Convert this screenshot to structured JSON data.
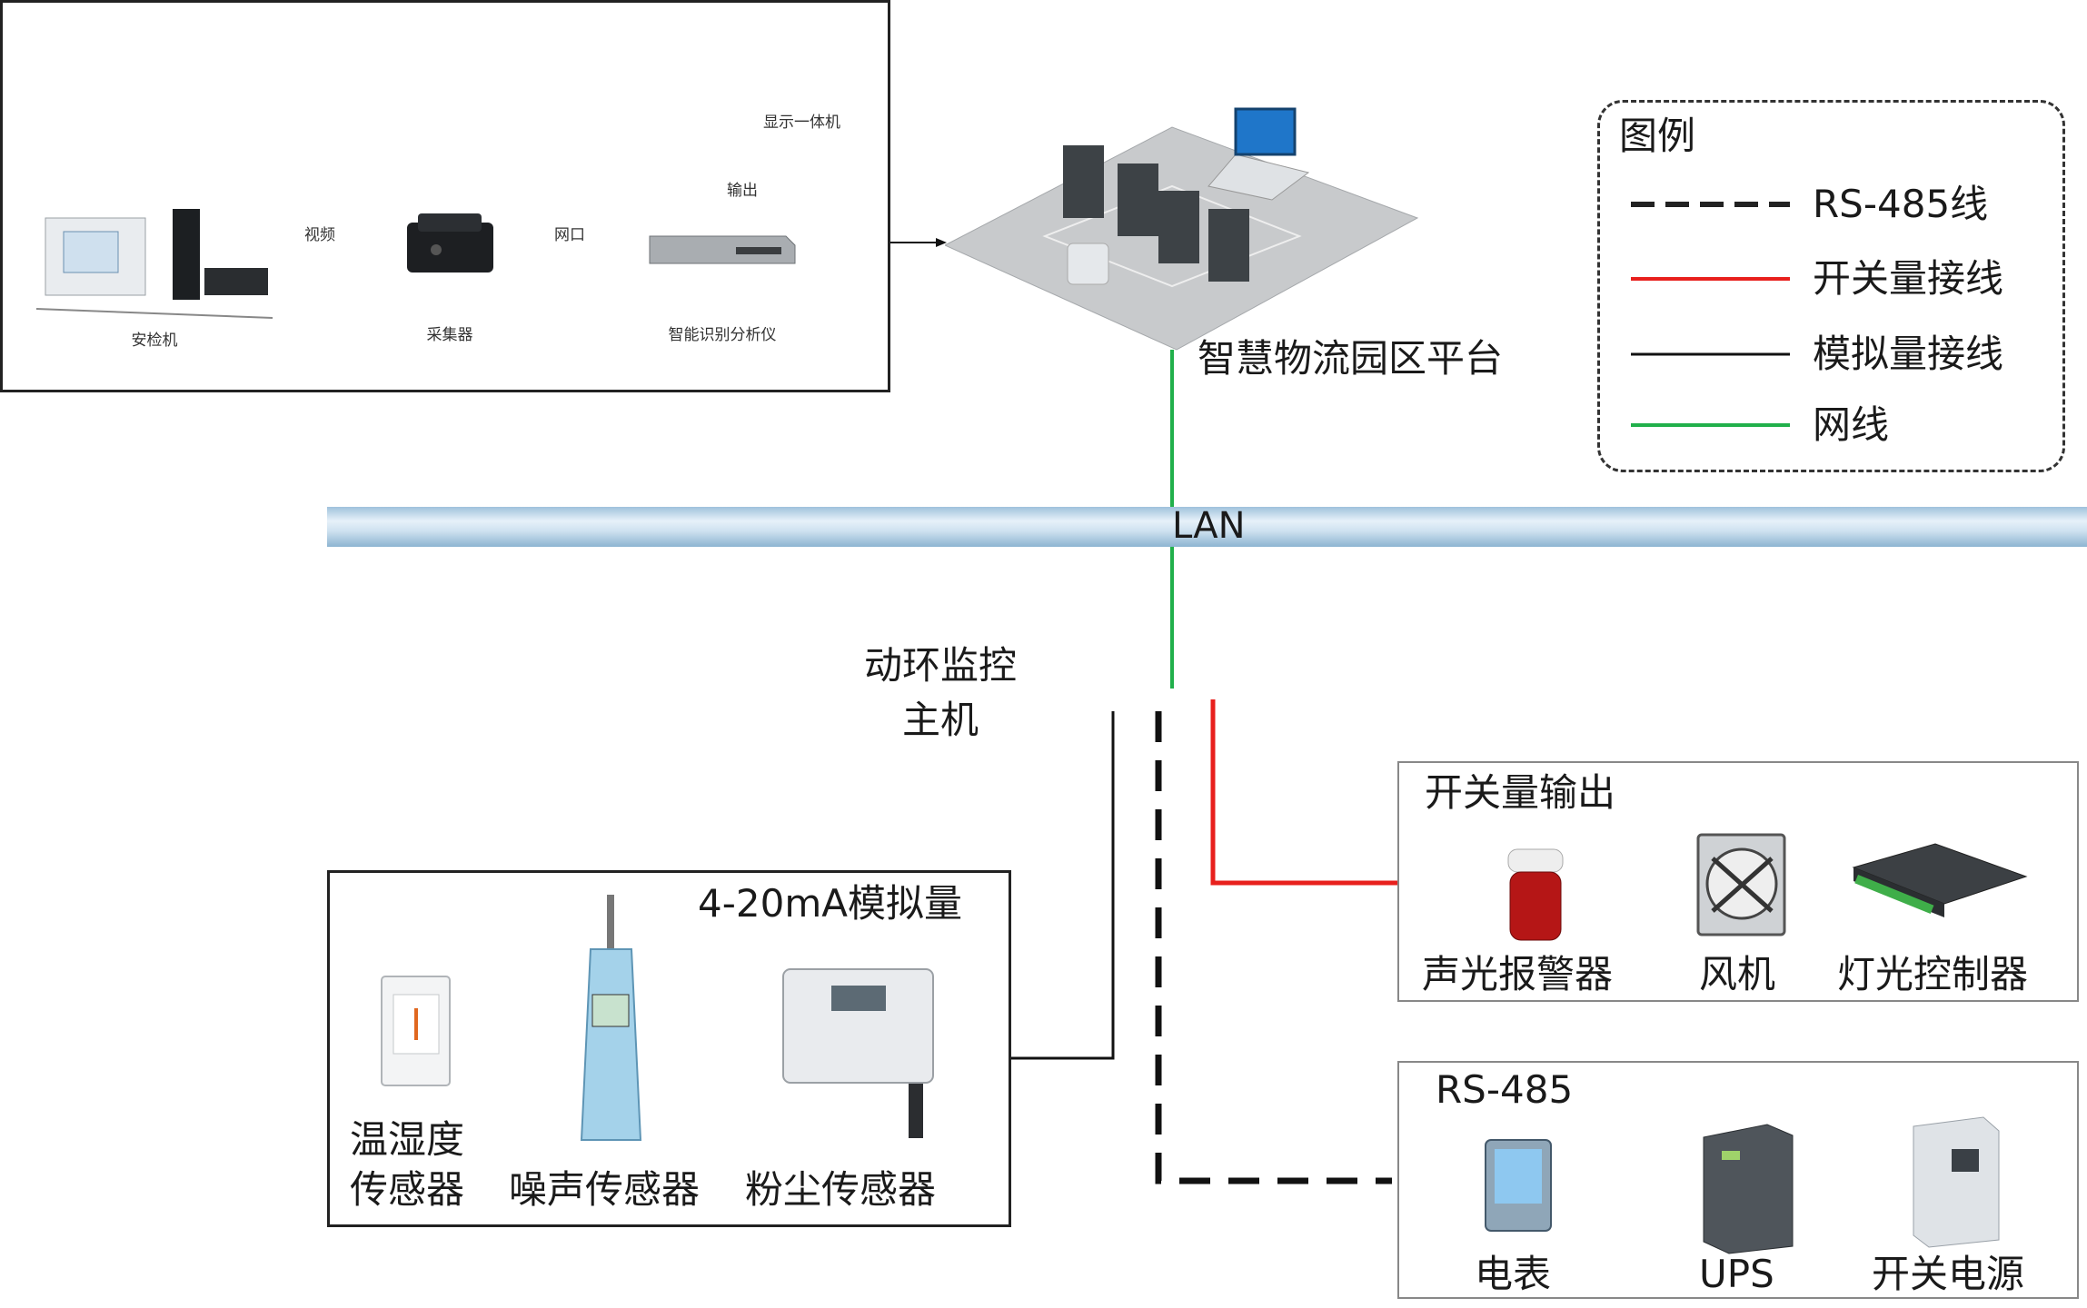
{
  "inset": {
    "labels": {
      "xray": "安检机",
      "encoder": "采集器",
      "analyzer": "智能识别分析仪",
      "display": "显示一体机",
      "edge1": "视频",
      "edge2": "网口",
      "edge3": "输出"
    }
  },
  "platform": {
    "label": "智慧物流园区平台"
  },
  "legend": {
    "title": "图例",
    "items": [
      {
        "label": "RS-485线",
        "color": "#222222",
        "style": "dashed"
      },
      {
        "label": "开关量接线",
        "color": "#e8201d",
        "style": "solid"
      },
      {
        "label": "模拟量接线",
        "color": "#111111",
        "style": "solid"
      },
      {
        "label": "网线",
        "color": "#21b04b",
        "style": "solid"
      }
    ]
  },
  "lan": {
    "label": "LAN"
  },
  "host": {
    "label_line1": "动环监控",
    "label_line2": "主机"
  },
  "analog_box": {
    "title": "4-20mA模拟量",
    "items": [
      "温湿度\n传感器",
      "噪声传感器",
      "粉尘传感器"
    ]
  },
  "switch_box": {
    "title": "开关量输出",
    "items": [
      "声光报警器",
      "风机",
      "灯光控制器"
    ]
  },
  "rs485_box": {
    "title": "RS-485",
    "items": [
      "电表",
      "UPS",
      "开关电源"
    ]
  },
  "colors": {
    "lan_light": "#cfe3f1",
    "lan_dark": "#8fb6d3",
    "network": "#21b04b",
    "switch": "#e8201d"
  }
}
